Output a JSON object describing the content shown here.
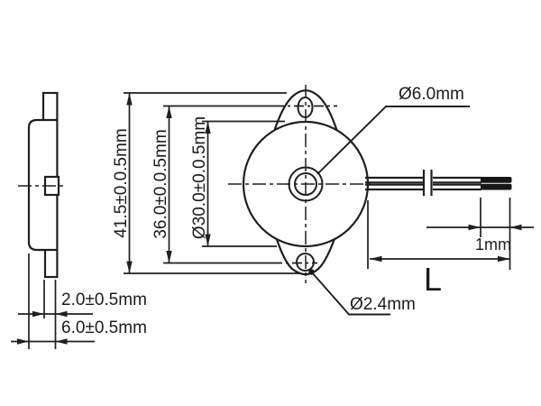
{
  "drawing": {
    "type": "mechanical-dimension-drawing",
    "component": "piezo transducer with leads",
    "colors": {
      "background": "#ffffff",
      "line": "#1f1f1f"
    },
    "labels": {
      "overall_height": "41.5±0.0.5mm",
      "mount_hole_spacing": "36.0±0.0.5mm",
      "body_diameter": "Ø30.0±0.0.5mm",
      "center_hole_diameter": "Ø6.0mm",
      "mount_hole_diameter": "Ø2.4mm",
      "tab_thickness": "2.0±0.5mm",
      "total_thickness": "6.0±0.5mm",
      "bare_lead_length": "1mm",
      "lead_length": "L"
    }
  }
}
